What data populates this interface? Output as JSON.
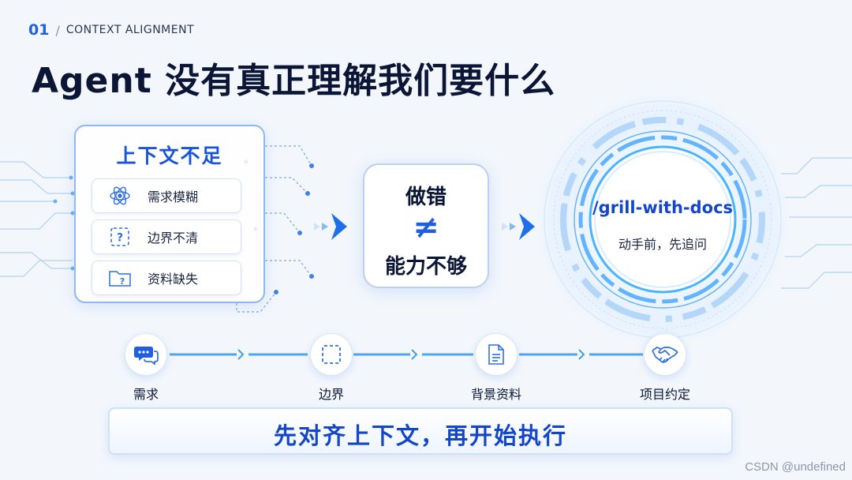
{
  "header": {
    "number": "01",
    "slash": "/",
    "kicker": "CONTEXT ALIGNMENT",
    "title": "Agent 没有真正理解我们要什么"
  },
  "left_card": {
    "title": "上下文不足",
    "items": [
      {
        "label": "需求模糊",
        "icon": "tangle-icon"
      },
      {
        "label": "边界不清",
        "icon": "question-box-icon"
      },
      {
        "label": "资料缺失",
        "icon": "folder-question-icon"
      }
    ]
  },
  "middle_card": {
    "top": "做错",
    "symbol": "≠",
    "bottom": "能力不够"
  },
  "circle": {
    "title": "/grill-with-docs",
    "subtitle": "动手前，先追问"
  },
  "steps": [
    {
      "label": "需求",
      "icon": "chat-bubbles-icon"
    },
    {
      "label": "边界",
      "icon": "dashed-square-icon"
    },
    {
      "label": "背景资料",
      "icon": "document-icon"
    },
    {
      "label": "项目约定",
      "icon": "handshake-icon"
    }
  ],
  "banner": {
    "text": "先对齐上下文，再开始执行"
  },
  "watermark": "CSDN @undefined",
  "colors": {
    "accent": "#1f5fe0",
    "title": "#0b1636",
    "banner_text": "#1446c8",
    "glow": "#4aa8ff"
  }
}
